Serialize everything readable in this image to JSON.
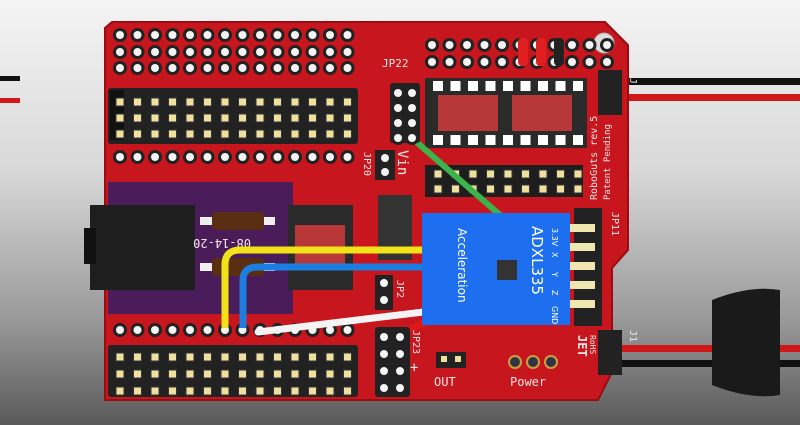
{
  "board": {
    "name": "RoboGuts rev.5",
    "patent": "Patent Pending",
    "color": "#c8161e"
  },
  "labels": {
    "jp22": "JP22",
    "jp20": "JP20",
    "vin": "Vin",
    "jp11": "JP11",
    "jp2": "JP2",
    "jp23": "JP23",
    "j1_top": "J1",
    "j1_bottom": "J1",
    "out": "OUT",
    "power": "Power",
    "plus": "+",
    "minus": "-",
    "date": "08-14-20",
    "jet": "JET",
    "rohs": "RoHS"
  },
  "module": {
    "chip": "ADXL335",
    "title": "Acceleration",
    "pins": [
      "3.3V",
      "X",
      "Y",
      "Z",
      "GND"
    ],
    "color": "#1e6ff0"
  },
  "wires": [
    {
      "name": "green-wire",
      "color": "#3cb44b"
    },
    {
      "name": "yellow-wire",
      "color": "#f2e21a"
    },
    {
      "name": "blue-wire",
      "color": "#1c7fe0"
    },
    {
      "name": "white-wire",
      "color": "#f4f4f4"
    },
    {
      "name": "red-wire",
      "color": "#e01818"
    }
  ]
}
